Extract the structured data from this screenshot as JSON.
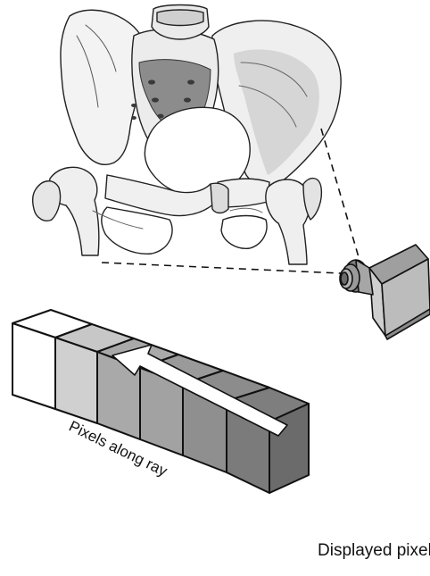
{
  "diagram": {
    "ray_label": "Pixels along ray",
    "output_label": "Displayed pixel",
    "icons": [
      "pelvis-illustration",
      "camera-icon",
      "arrow-icon"
    ],
    "voxel_shades": [
      "#ffffff",
      "#d0d0d0",
      "#a9a9a9",
      "#a2a2a2",
      "#8f8f8f",
      "#7b7b7b",
      "#6b6b6b"
    ],
    "colors": {
      "stroke": "#111111",
      "bone_fill": "#f2f2f2",
      "bone_shade": "#c9c9c9",
      "camera_fill": "#bfbfbf",
      "arrow_fill": "#ffffff"
    }
  }
}
